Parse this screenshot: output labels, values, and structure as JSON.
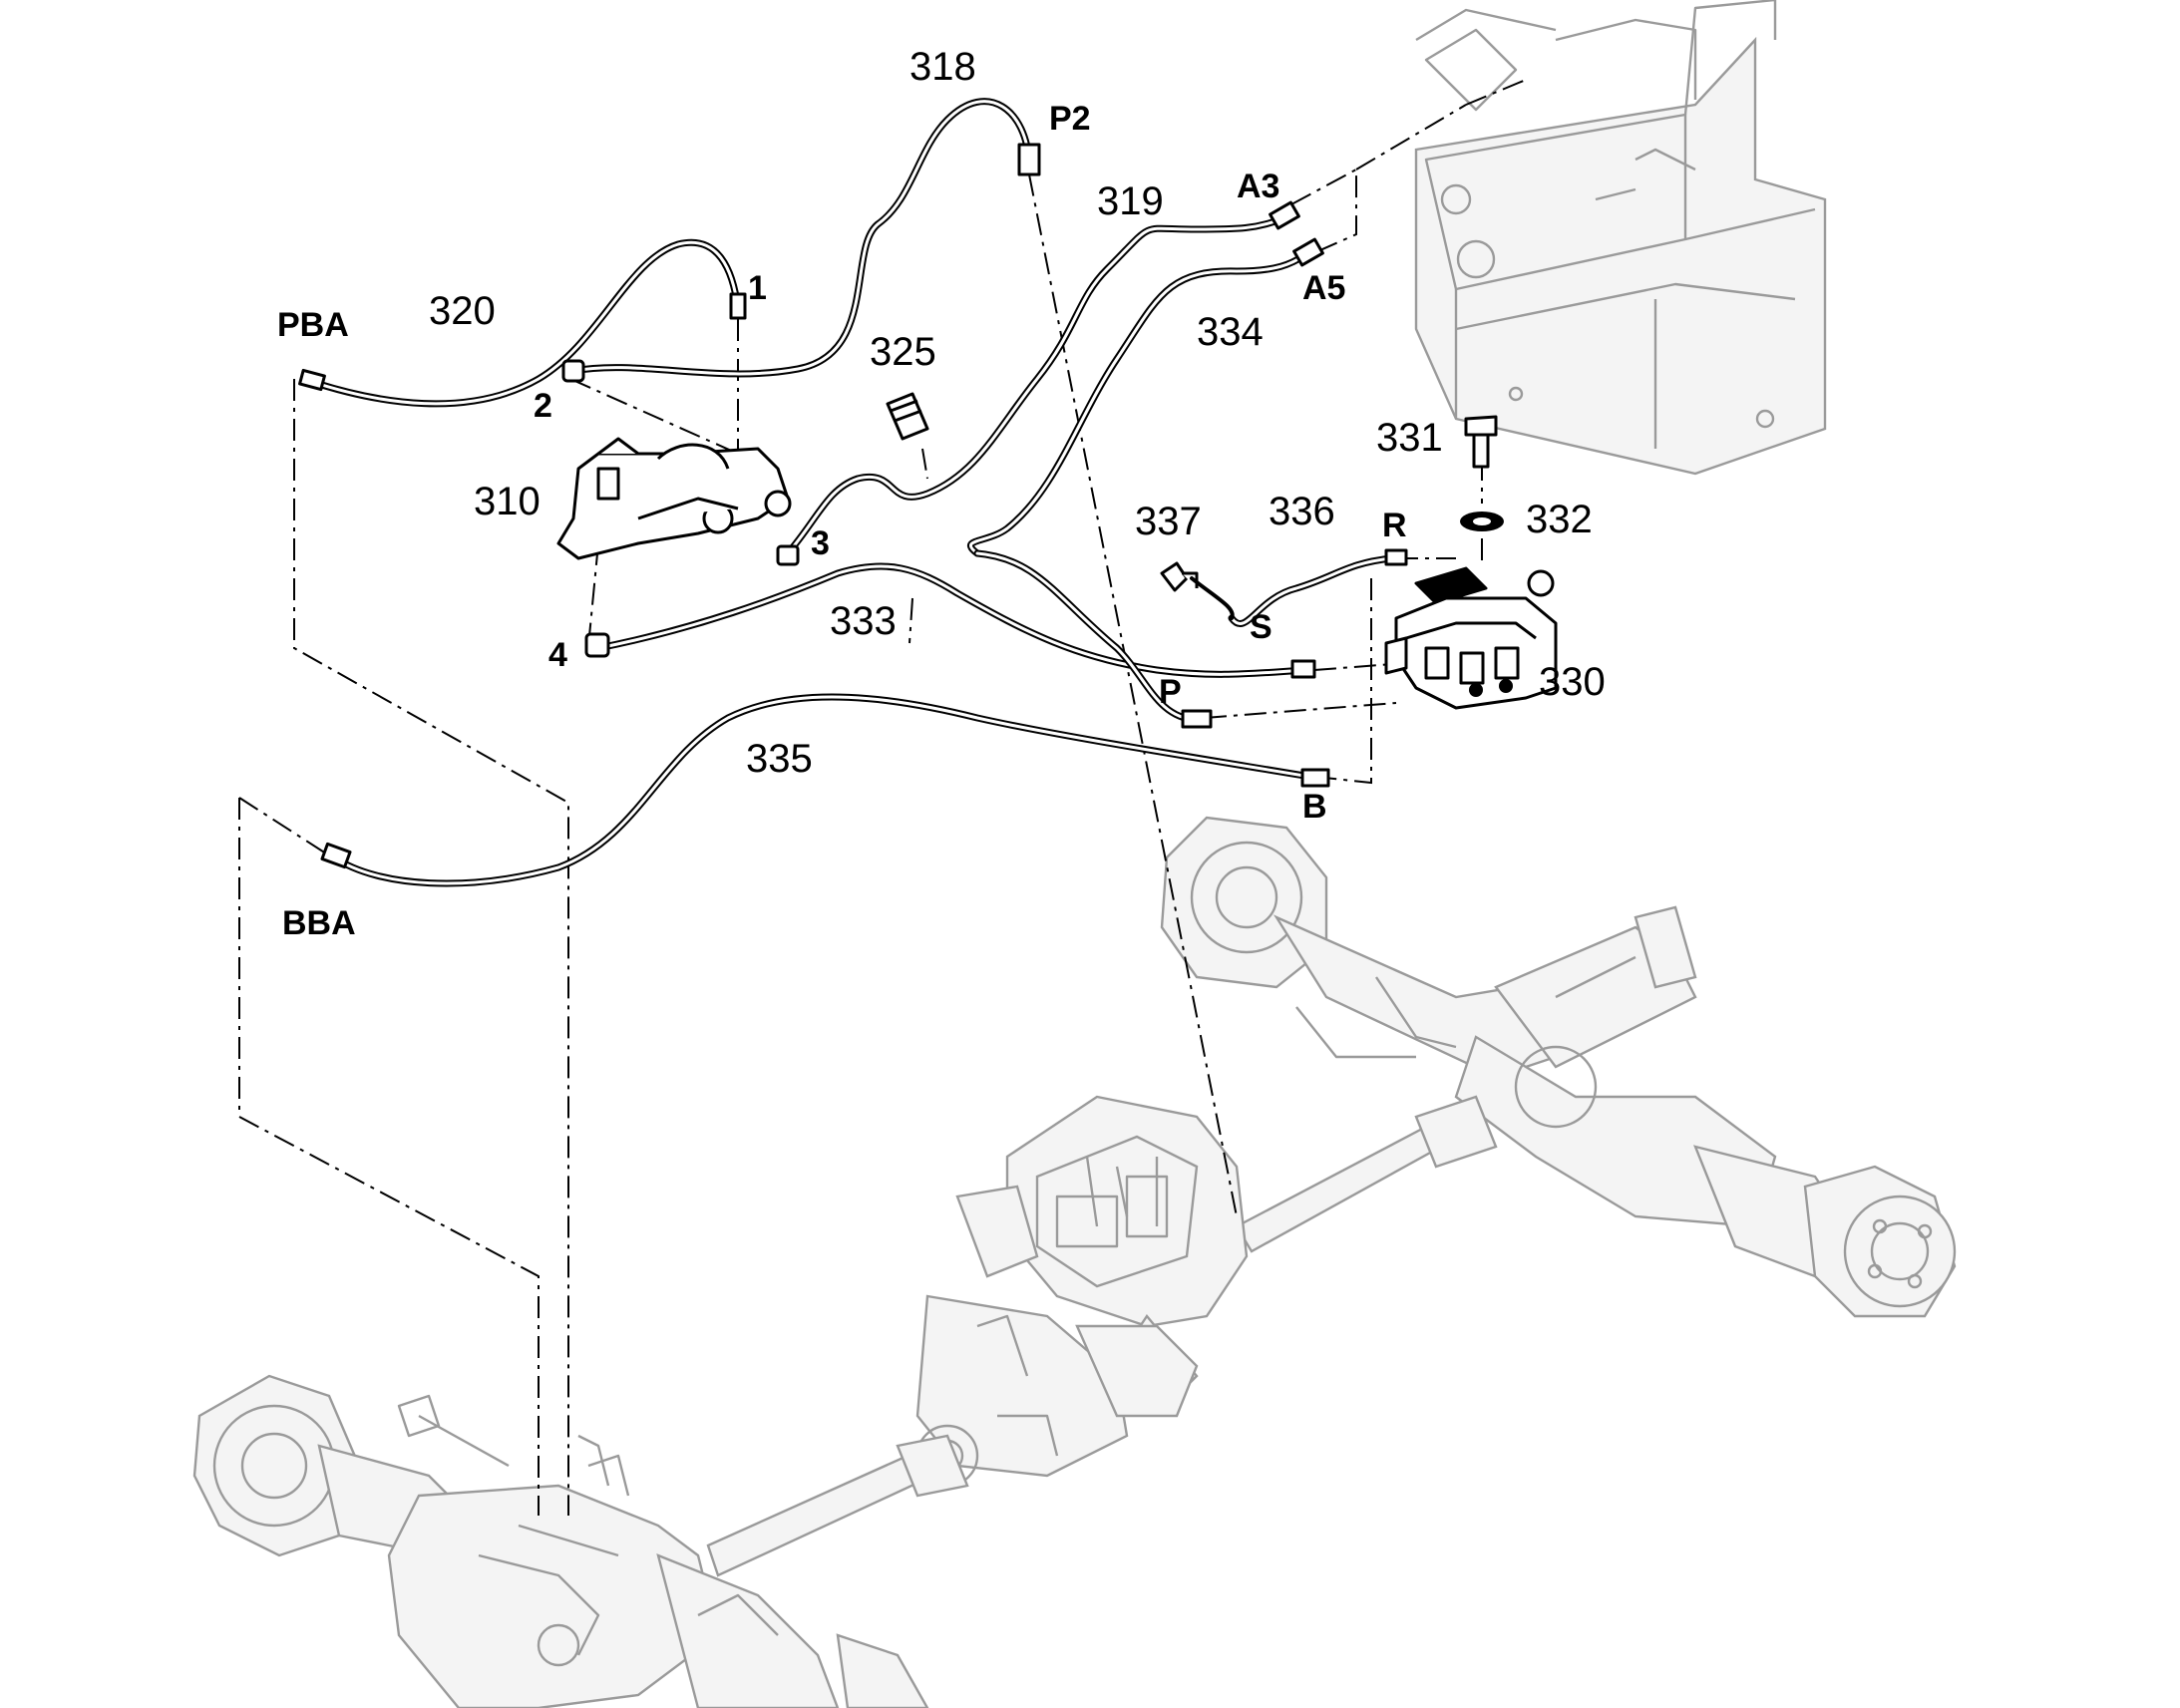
{
  "callouts": {
    "c318": "318",
    "cP2": "P2",
    "c319": "319",
    "cA3": "A3",
    "cA5": "A5",
    "c320": "320",
    "c1": "1",
    "cPBA": "PBA",
    "c325": "325",
    "c334": "334",
    "c2": "2",
    "c331": "331",
    "c310": "310",
    "c3": "3",
    "c337": "337",
    "c336": "336",
    "cR": "R",
    "c332": "332",
    "c333": "333",
    "cS": "S",
    "c4": "4",
    "c330": "330",
    "cP": "P",
    "c335": "335",
    "cB": "B",
    "cBBA": "BBA"
  }
}
